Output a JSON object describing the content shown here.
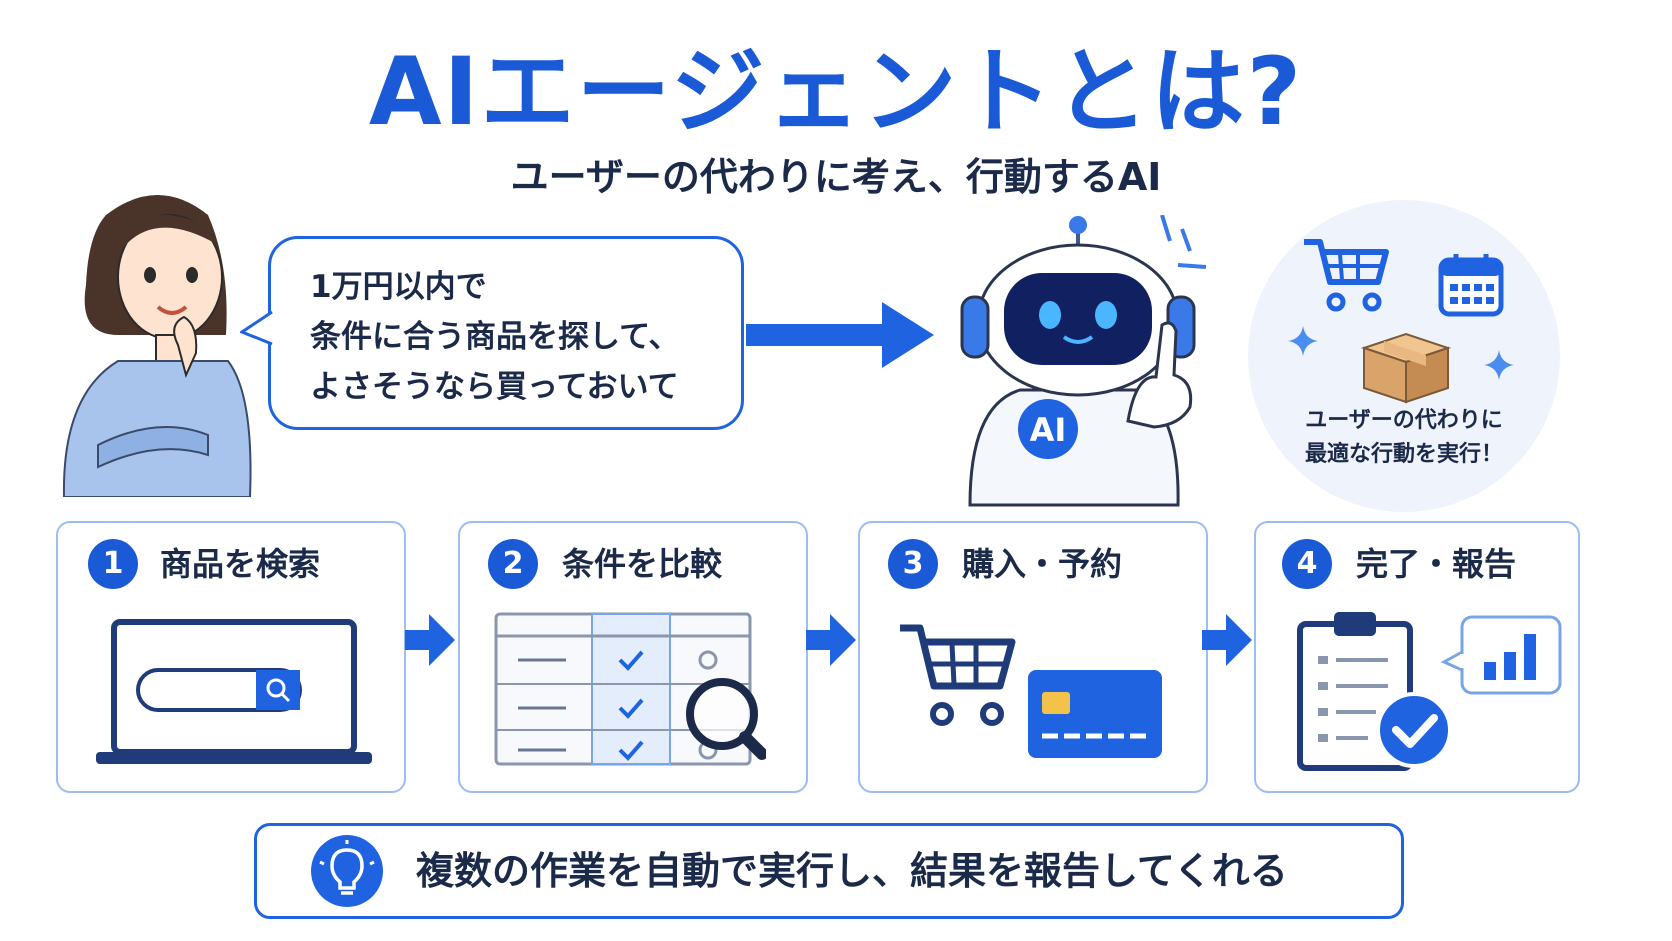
{
  "title": "AIエージェントとは?",
  "subtitle": "ユーザーの代わりに考え、行動するAI",
  "request_bubble": {
    "lines": [
      "1万円以内で",
      "条件に合う商品を探して、",
      "よさそうなら買っておいて"
    ]
  },
  "robot": {
    "badge": "AI"
  },
  "action_bubble": {
    "lines": [
      "ユーザーの代わりに",
      "最適な行動を実行！"
    ]
  },
  "steps": [
    {
      "number": "1",
      "label": "商品を検索"
    },
    {
      "number": "2",
      "label": "条件を比較"
    },
    {
      "number": "3",
      "label": "購入・予約"
    },
    {
      "number": "4",
      "label": "完了・報告"
    }
  ],
  "footer": {
    "text": "複数の作業を自動で実行し、結果を報告してくれる"
  },
  "colors": {
    "accent": "#1a5ad7",
    "text": "#1c2a4a",
    "border_light": "#9dbcf0",
    "robot_screen": "#102060"
  },
  "icons": [
    "person-thinking",
    "arrow-right-icon",
    "robot",
    "shopping-cart-icon",
    "calendar-icon",
    "package-icon",
    "sparkle-icon",
    "laptop-search-icon",
    "comparison-table-icon",
    "magnifier-icon",
    "credit-card-icon",
    "clipboard-check-icon",
    "bar-chart-icon",
    "lightbulb-icon"
  ]
}
